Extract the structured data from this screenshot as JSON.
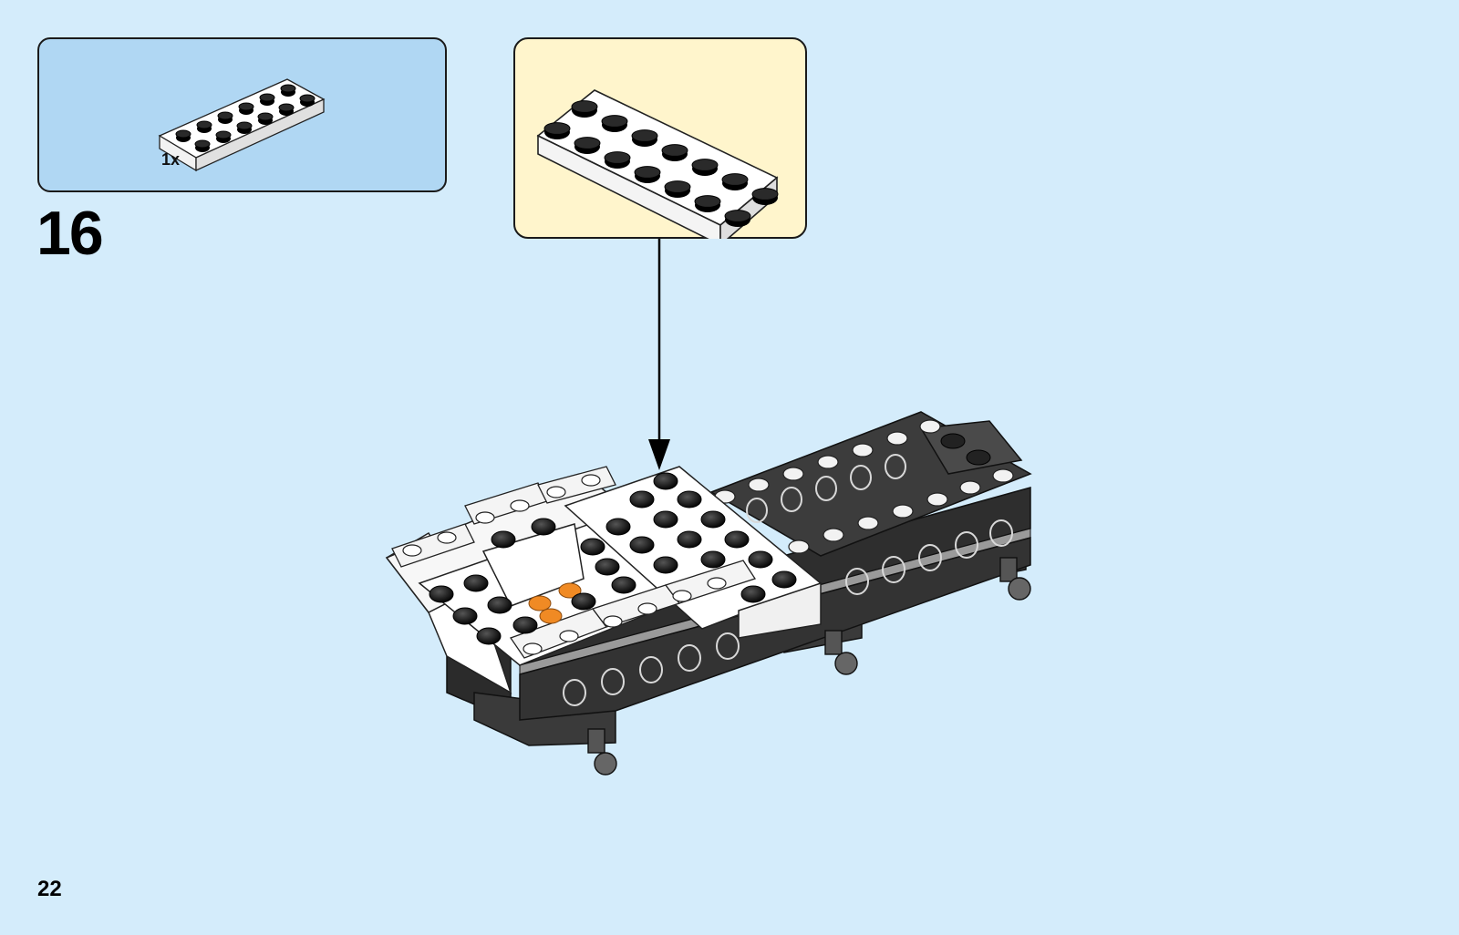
{
  "parts_list": {
    "items": [
      {
        "icon": "white-plate-2x6-icon",
        "quantity": "1x"
      }
    ]
  },
  "step": {
    "number": "16",
    "callout_icon": "white-plate-2x6-icon",
    "model_icon": "vehicle-chassis-model-icon",
    "arrow_icon": "placement-arrow-icon"
  },
  "page": {
    "number": "22"
  },
  "colors": {
    "background": "#d4ecfb",
    "parts_box": "#b0d7f3",
    "callout_box": "#fff5cc",
    "white_brick": "#ffffff",
    "dark_brick": "#3a3a3a",
    "accent_orange": "#f08a24"
  }
}
